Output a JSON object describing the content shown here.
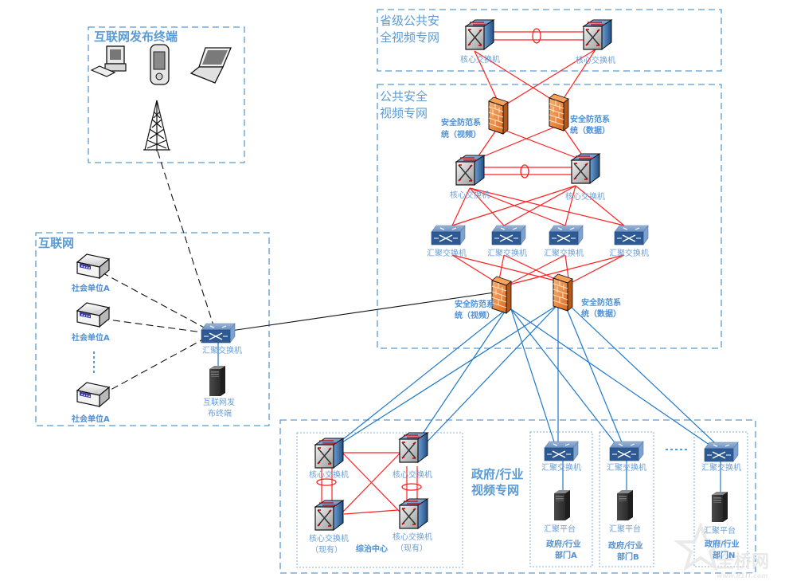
{
  "zones": {
    "internet_publish": {
      "title": "互联网发布终端"
    },
    "internet": {
      "title": "互联网"
    },
    "provincial": {
      "title_line1": "省级公共安",
      "title_line2": "全视频专网"
    },
    "public_security": {
      "title_line1": "公共安全",
      "title_line2": "视频专网"
    },
    "government": {
      "title_line1": "政府/行业",
      "title_line2": "视频专网"
    },
    "comprehensive_center": {
      "title": "综治中心"
    }
  },
  "devices": {
    "prov_core_left": {
      "label": "核心交换机"
    },
    "prov_core_right": {
      "label": "核心交换机"
    },
    "fw_video_top": {
      "label_line1": "安全防范系",
      "label_line2": "统（视频）"
    },
    "fw_data_top": {
      "label_line1": "安全防范系",
      "label_line2": "统（数据）"
    },
    "ps_core_left": {
      "label": "核心交换机"
    },
    "ps_core_right": {
      "label": "核心交换机"
    },
    "agg_switches": [
      {
        "label": "汇聚交换机"
      },
      {
        "label": "汇聚交换机"
      },
      {
        "label": "汇聚交换机"
      },
      {
        "label": "汇聚交换机"
      }
    ],
    "fw_video_bottom": {
      "label_line1": "安全防范系",
      "label_line2": "统（视频）"
    },
    "fw_data_bottom": {
      "label_line1": "安全防范系",
      "label_line2": "统（数据）"
    },
    "internet_agg_switch": {
      "label": "汇聚交换机"
    },
    "internet_server": {
      "label_line1": "互联网发",
      "label_line2": "布终端"
    },
    "social_units": [
      {
        "label": "社会单位A"
      },
      {
        "label": "社会单位A"
      },
      {
        "label": "社会单位A"
      }
    ],
    "center_cores": [
      {
        "label_line1": "核心交换机",
        "label_line2": ""
      },
      {
        "label_line1": "核心交换机",
        "label_line2": ""
      },
      {
        "label_line1": "核心交换机",
        "label_line2": "（现有）"
      },
      {
        "label_line1": "核心交换机",
        "label_line2": "（现有）"
      }
    ],
    "departments": [
      {
        "switch_label": "汇聚交换机",
        "platform_label": "汇聚平台",
        "dept_line1": "政府/行业",
        "dept_line2": "部门A"
      },
      {
        "switch_label": "汇聚交换机",
        "platform_label": "汇聚平台",
        "dept_line1": "政府/行业",
        "dept_line2": "部门B"
      },
      {
        "switch_label": "汇聚交换机",
        "platform_label": "汇聚平台",
        "dept_line1": "政府/行业",
        "dept_line2": "部门N"
      }
    ]
  },
  "terminals": [
    "desktop-computer",
    "pda",
    "laptop"
  ],
  "watermark": {
    "text": "全桥网",
    "url_text": "www.81IT.com"
  },
  "colors": {
    "zone_border": "#5b9bd5",
    "red_link": "#ff2020",
    "blue_link": "#1f78c8",
    "black_link": "#111111"
  }
}
